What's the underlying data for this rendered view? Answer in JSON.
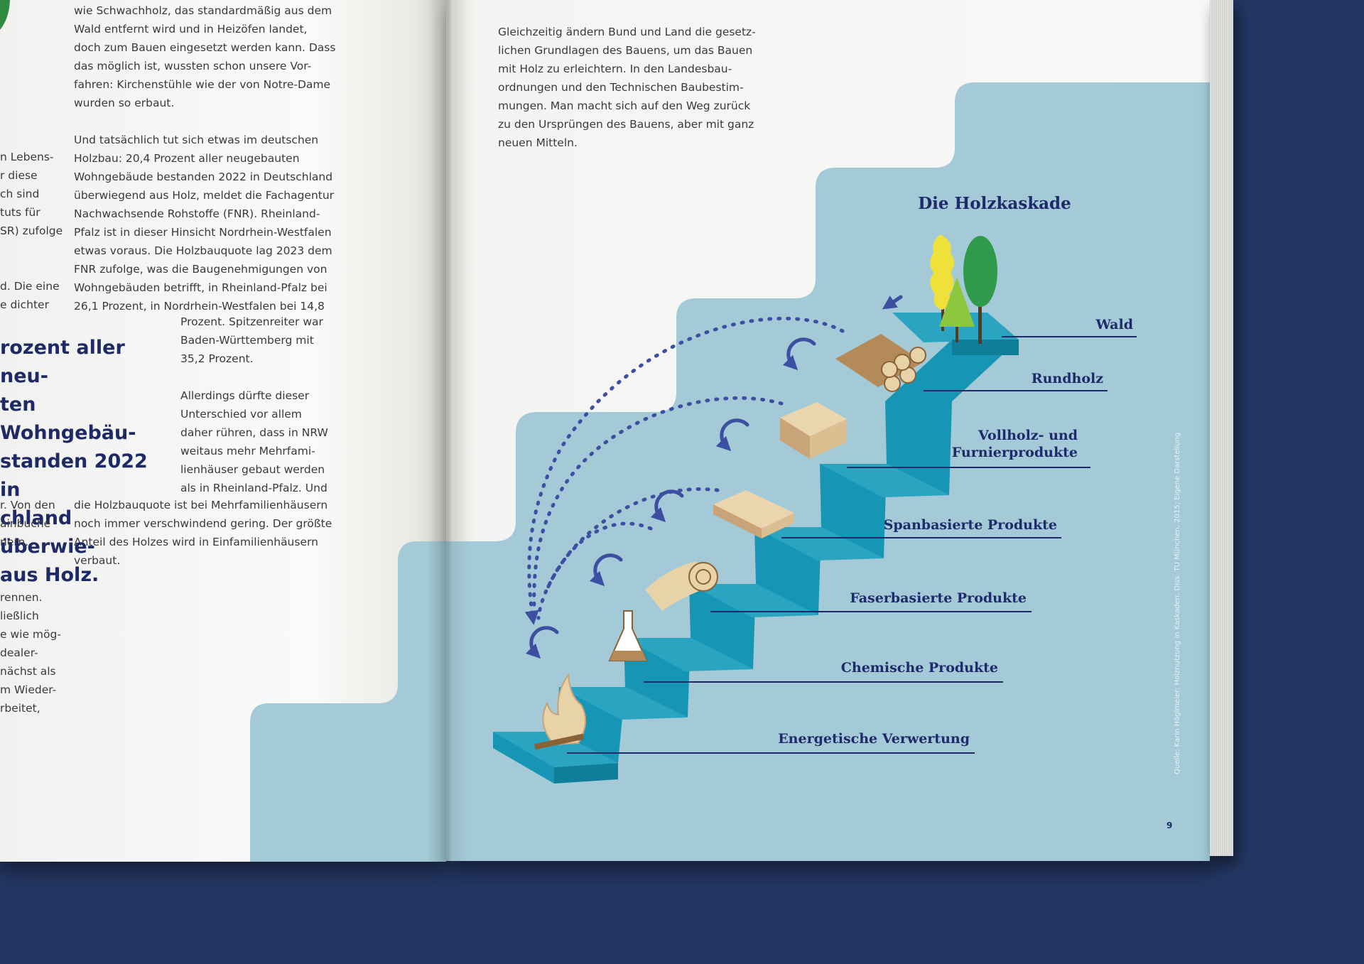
{
  "left_page": {
    "column_a": "wie Schwachholz, das standardmäßig aus dem\nWald entfernt wird und in Heizöfen landet,\ndoch zum Bauen eingesetzt werden kann. Dass\ndas möglich ist, wussten schon unsere Vor-\nfahren: Kirchenstühle wie der von Notre-Dame\nwurden so erbaut.\n\nUnd tatsächlich tut sich etwas im deutschen\nHolzbau: 20,4 Prozent aller neugebauten\nWohngebäude bestanden 2022 in Deutschland\nüberwiegend aus Holz, meldet die Fachagentur\nNachwachsende Rohstoffe (FNR). Rheinland-\nPfalz ist in dieser Hinsicht Nordrhein-Westfalen\netwas voraus. Die Holzbauquote lag 2023 dem\nFNR zufolge, was die Baugenehmigungen von\nWohngebäuden betrifft, in Rheinland-Pfalz bei\n26,1 Prozent, in Nordrhein-Westfalen bei 14,8",
    "column_b": "Prozent. Spitzenreiter war\nBaden-Württemberg mit\n35,2 Prozent.\n\nAllerdings dürfte dieser\nUnterschied vor allem\ndaher rühren, dass in NRW\nweitaus mehr Mehrfami-\nlienhäuser gebaut werden\nals in Rheinland-Pfalz. Und",
    "column_c": "die Holzbauquote ist bei Mehrfamilienhäusern\nnoch immer verschwindend gering. Der größte\nAnteil des Holzes wird in Einfamilienhäusern\nverbaut.",
    "fragments_a": "n Lebens-\nr diese\nch sind\ntuts für\nSR) zufolge\n\n\nd. Die eine\ne dichter",
    "pull_quote": "rozent aller neu-\nten Wohngebäu-\nstanden 2022 in\nchland überwie-\naus Holz.",
    "fragments_b": "r. Von den\nainbuche\nnern.\n\n\nrennen.\nließlich\ne wie mög-\ndealer-\nnächst als\nm Wieder-\nrbeitet,"
  },
  "right_page": {
    "intro": "Gleichzeitig ändern Bund und Land die gesetz-\nlichen Grundlagen des Bauens, um das Bauen\nmit Holz zu erleichtern. In den Landesbau-\nordnungen und den Technischen Baubestim-\nmungen. Man macht sich auf den Weg zurück\nzu den Ursprüngen des Bauens, aber mit ganz\nneuen Mitteln.",
    "page_number": "9"
  },
  "infographic": {
    "title": "Die Holzkaskade",
    "levels": [
      "Wald",
      "Rundholz",
      "Vollholz- und\nFurnierprodukte",
      "Spanbasierte Produkte",
      "Faserbasierte Produkte",
      "Chemische Produkte",
      "Energetische Verwertung"
    ],
    "source": "Quelle: Karin Höglmeier: Holznutzung in Kaskaden, Diss. TU München, 2015; Eigene Darstellung",
    "colors": {
      "background_blue": "#a3cad6",
      "step_top": "#2aa4c0",
      "step_riser": "#1795b4",
      "arrow": "#3d4fa0",
      "label": "#1f2a6b",
      "wood": "#e8d2a8"
    }
  }
}
